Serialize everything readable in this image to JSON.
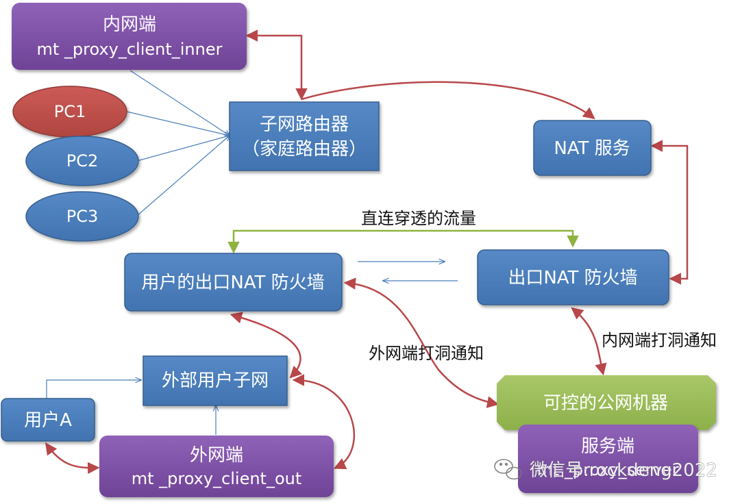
{
  "nodes": {
    "inner_client": {
      "line1": "内网端",
      "line2": "mt _proxy_client_inner"
    },
    "pc1": {
      "label": "PC1"
    },
    "pc2": {
      "label": "PC2"
    },
    "pc3": {
      "label": "PC3"
    },
    "sub_router": {
      "line1": "子网路由器",
      "line2": "（家庭路由器）"
    },
    "nat_service": {
      "label": "NAT 服务"
    },
    "user_nat_fw": {
      "label": "用户的出口NAT 防火墙"
    },
    "exit_nat_fw": {
      "label": "出口NAT 防火墙"
    },
    "ext_subnet": {
      "label": "外部用户子网"
    },
    "user_a": {
      "label": "用户A"
    },
    "outer_client": {
      "line1": "外网端",
      "line2": "mt _proxy_client_out"
    },
    "public_machine": {
      "label": "可控的公网机器"
    },
    "server": {
      "line1": "服务端",
      "line2": "mt _proxy_server"
    }
  },
  "edge_labels": {
    "direct_traffic": "直连穿透的流量",
    "outer_hole_notify": "外网端打洞通知",
    "inner_hole_notify": "内网端打洞通知"
  },
  "watermark": {
    "text": "微信号:rockdeng2022",
    "icon": "wechat-icon"
  },
  "colors": {
    "blue_box": "#4A7EBB",
    "purple_box": "#7D4FA6",
    "red_node": "#C0504D",
    "green_box": "#9BBB59",
    "red_arrow": "#B8474A",
    "green_arrow": "#8DB33F",
    "blue_line": "#4A7EBB"
  }
}
